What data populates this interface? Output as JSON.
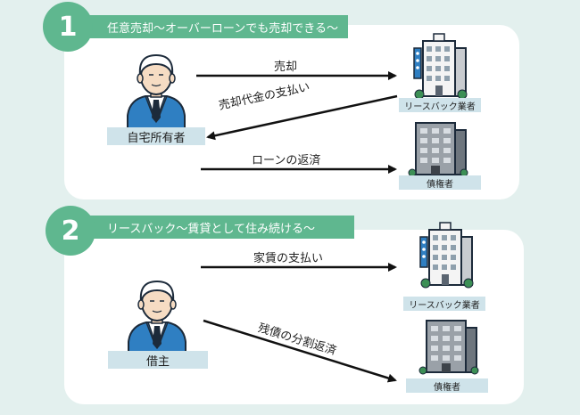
{
  "section1": {
    "number": "1",
    "title": "任意売却〜オーバーローンでも売却できる〜",
    "person_label": "自宅所有者",
    "company_label": "リースバック業者",
    "creditor_label": "債権者",
    "arrow_sell": "売却",
    "arrow_payment": "売却代金の支払い",
    "arrow_repay": "ローンの返済"
  },
  "section2": {
    "number": "2",
    "title": "リースバック〜賃貸として住み続ける〜",
    "person_label": "借主",
    "company_label": "リースバック業者",
    "creditor_label": "債権者",
    "arrow_rent": "家賃の支払い",
    "arrow_installment": "残債の分割返済"
  },
  "colors": {
    "accent": "#5fb78f",
    "label_bg": "#cfe3ea",
    "background": "#e3f0ee"
  }
}
